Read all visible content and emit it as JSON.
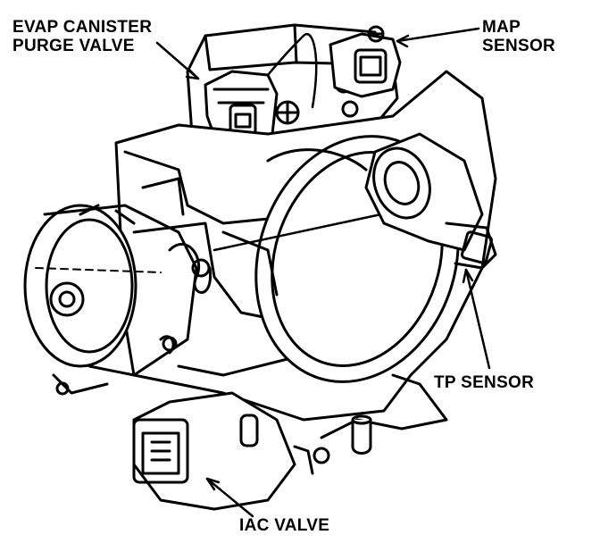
{
  "labels": {
    "evap_line1": "EVAP CANISTER",
    "evap_line2": "PURGE VALVE",
    "map_line1": "MAP",
    "map_line2": "SENSOR",
    "tp": "TP SENSOR",
    "iac": "IAC VALVE"
  },
  "colors": {
    "ink": "#000000",
    "paper": "#ffffff"
  }
}
